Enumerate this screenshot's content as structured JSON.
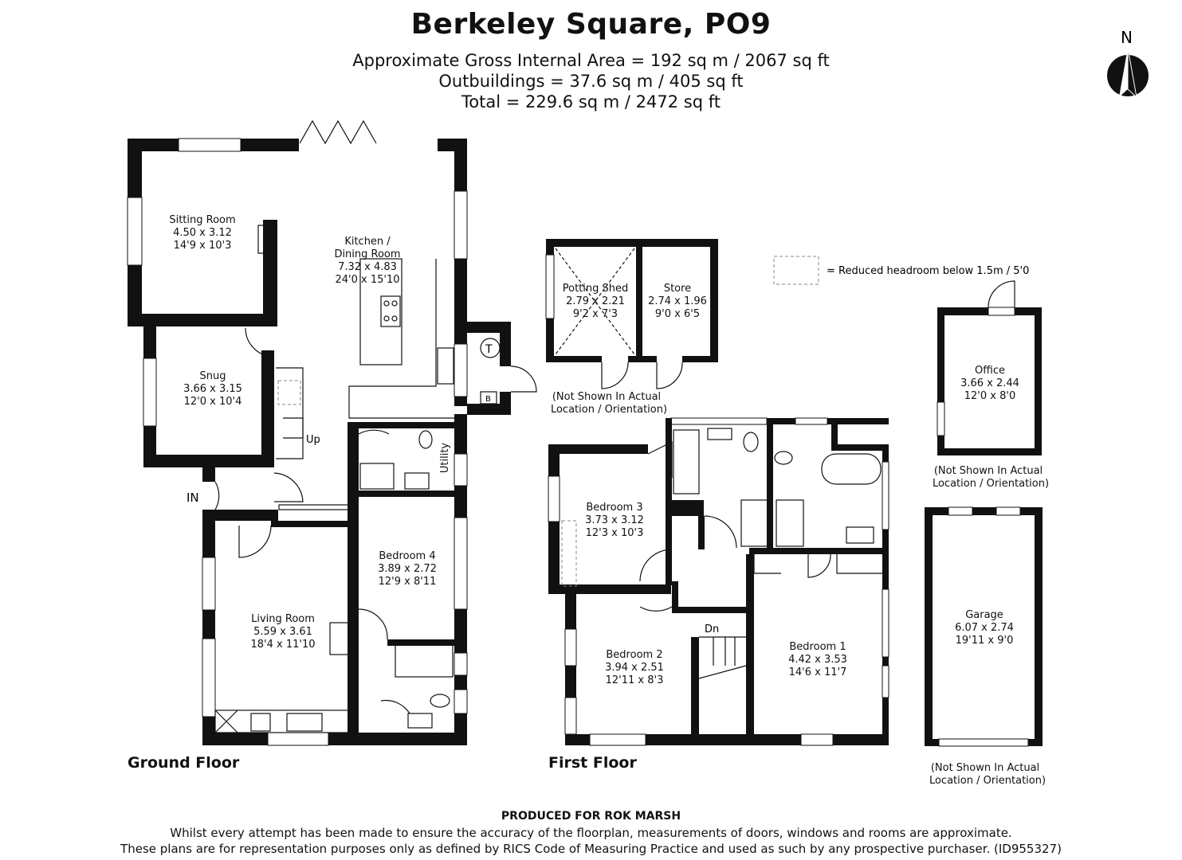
{
  "title": "Berkeley Square, PO9",
  "areas": {
    "gross": "Approximate Gross Internal Area = 192 sq m / 2067 sq ft",
    "outbuildings": "Outbuildings = 37.6 sq m / 405 sq ft",
    "total": "Total = 229.6 sq m / 2472 sq ft"
  },
  "compass_label": "N",
  "legend": "= Reduced headroom below 1.5m / 5'0",
  "floors": {
    "ground": "Ground Floor",
    "first": "First Floor"
  },
  "rooms": {
    "sitting": [
      "Sitting Room",
      "4.50 x 3.12",
      "14'9 x 10'3"
    ],
    "kitchen": [
      "Kitchen /",
      "Dining Room",
      "7.32 x 4.83",
      "24'0 x 15'10"
    ],
    "snug": [
      "Snug",
      "3.66 x 3.15",
      "12'0 x 10'4"
    ],
    "bed4": [
      "Bedroom 4",
      "3.89 x 2.72",
      "12'9 x 8'11"
    ],
    "living": [
      "Living Room",
      "5.59 x 3.61",
      "18'4 x 11'10"
    ],
    "bed3": [
      "Bedroom 3",
      "3.73 x 3.12",
      "12'3 x 10'3"
    ],
    "bed2": [
      "Bedroom 2",
      "3.94 x 2.51",
      "12'11 x 8'3"
    ],
    "bed1": [
      "Bedroom 1",
      "4.42 x 3.53",
      "14'6 x 11'7"
    ],
    "potting": [
      "Potting Shed",
      "2.79 x 2.21",
      "9'2 x 7'3"
    ],
    "store": [
      "Store",
      "2.74 x 1.96",
      "9'0 x 6'5"
    ],
    "office": [
      "Office",
      "3.66 x 2.44",
      "12'0 x 8'0"
    ],
    "garage": [
      "Garage",
      "6.07 x 2.74",
      "19'11 x 9'0"
    ]
  },
  "labels": {
    "utility": "Utility",
    "up": "Up",
    "dn": "Dn",
    "in": "IN",
    "t": "T",
    "b": "B"
  },
  "notes": {
    "shed": [
      "(Not Shown In Actual",
      "Location / Orientation)"
    ],
    "office": [
      "(Not Shown In Actual",
      "Location / Orientation)"
    ],
    "garage": [
      "(Not Shown In Actual",
      "Location / Orientation)"
    ]
  },
  "footer": {
    "produced": "PRODUCED FOR ROK MARSH",
    "line1": "Whilst every attempt has been made to ensure the accuracy of the floorplan, measurements of doors, windows and rooms are approximate.",
    "line2": "These plans are for representation purposes only as defined by RICS Code of Measuring Practice and used as such by any prospective purchaser. (ID955327)"
  }
}
